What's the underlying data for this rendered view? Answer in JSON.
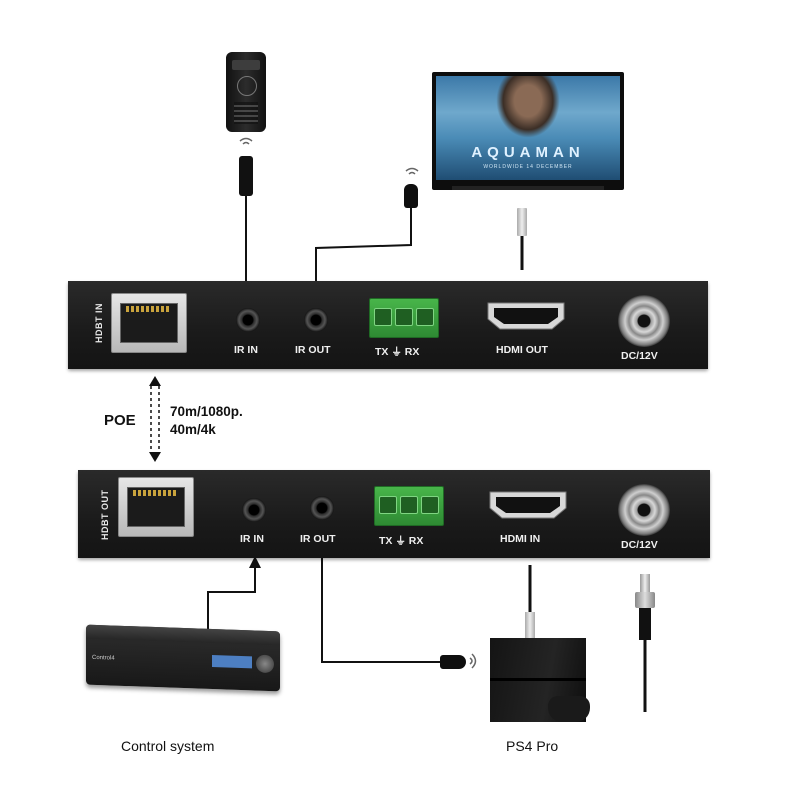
{
  "receiver": {
    "side_label": "HDBT IN",
    "ports": {
      "ir_in": "IR IN",
      "ir_out": "IR OUT",
      "txrx": "TX ⏚ RX",
      "hdmi": "HDMI OUT",
      "dc": "DC/12V"
    }
  },
  "transmitter": {
    "side_label": "HDBT OUT",
    "ports": {
      "ir_in": "IR IN",
      "ir_out": "IR OUT",
      "txrx": "TX ⏚ RX",
      "hdmi": "HDMI IN",
      "dc": "DC/12V"
    }
  },
  "link": {
    "poe": "POE",
    "spec_line1": "70m/1080p.",
    "spec_line2": "40m/4k"
  },
  "tv": {
    "title": "AQUAMAN",
    "subtitle": "WORLDWIDE 14 DECEMBER"
  },
  "control_device": {
    "brand": "Control4"
  },
  "captions": {
    "control_system": "Control system",
    "ps4": "PS4 Pro"
  },
  "colors": {
    "device_body": "#1a1a1a",
    "terminal_green": "#3aa03d",
    "port_text": "#f0f0f0"
  }
}
